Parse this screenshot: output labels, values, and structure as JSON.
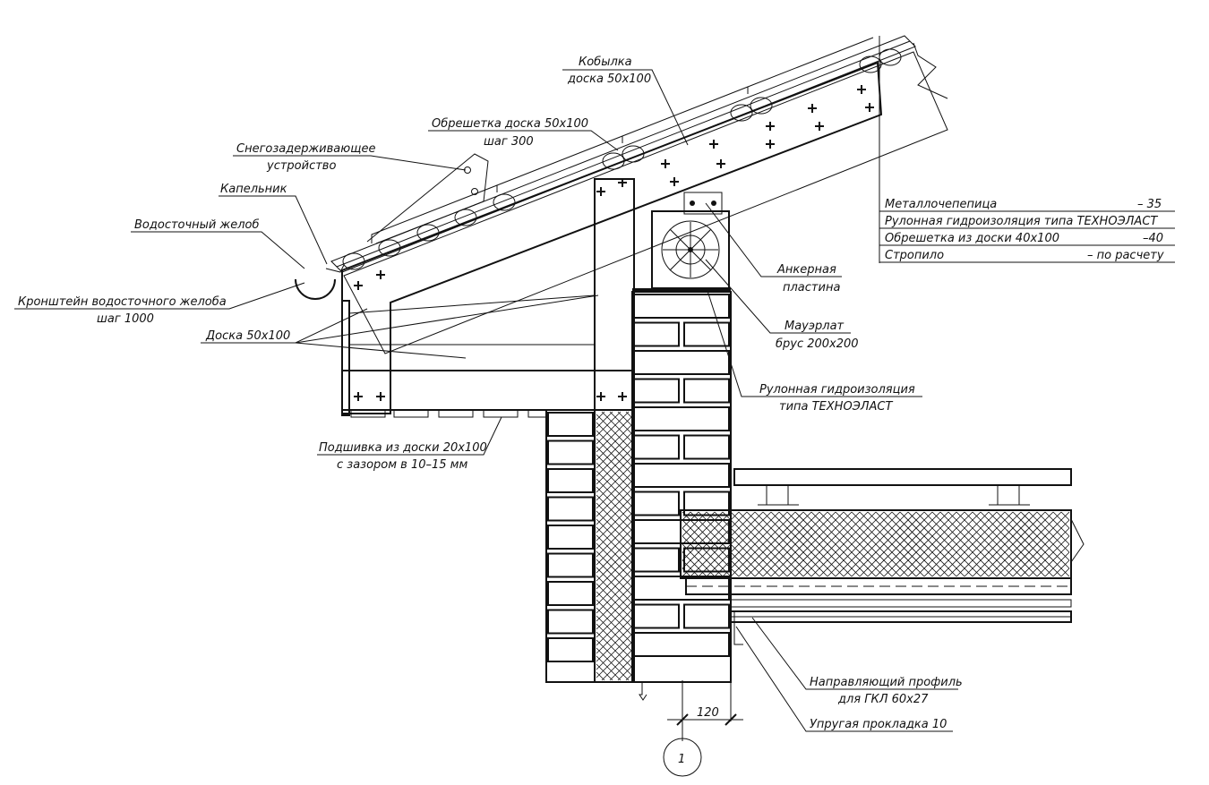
{
  "callouts": {
    "kobylka_1": "Кобылка",
    "kobylka_2": "доска 50х100",
    "obreshetka_1": "Обрешетка доска 50х100",
    "obreshetka_2": "шаг 300",
    "sneg_1": "Снегозадерживающее",
    "sneg_2": "устройство",
    "kapelnik": "Капельник",
    "zhelob": "Водосточный желоб",
    "kronshtein_1": "Кронштейн водосточного желоба",
    "kronshtein_2": "шаг 1000",
    "doska": "Доска 50х100",
    "podshivka_1": "Подшивка из доски 20х100",
    "podshivka_2": "с зазором в 10–15 мм",
    "anker_1": "Анкерная",
    "anker_2": "пластина",
    "mauerlat_1": "Мауэрлат",
    "mauerlat_2": "брус 200х200",
    "gidro_1": "Рулонная гидроизоляция",
    "gidro_2": "типа ТЕХНОЭЛАСТ",
    "profil_1": "Направляющий профиль",
    "profil_2": "для ГКЛ 60х27",
    "prokladka": "Упругая прокладка 10"
  },
  "roof_layers": [
    {
      "name": "Металлочепепица",
      "value": "– 35"
    },
    {
      "name": "Рулонная гидроизоляция типа ТЕХНОЭЛАСТ",
      "value": ""
    },
    {
      "name": "Обрешетка из доски 40х100",
      "value": "–40"
    },
    {
      "name": "Стропило",
      "value": "– по расчету"
    }
  ],
  "dimension": "120",
  "axis_marker": "1"
}
